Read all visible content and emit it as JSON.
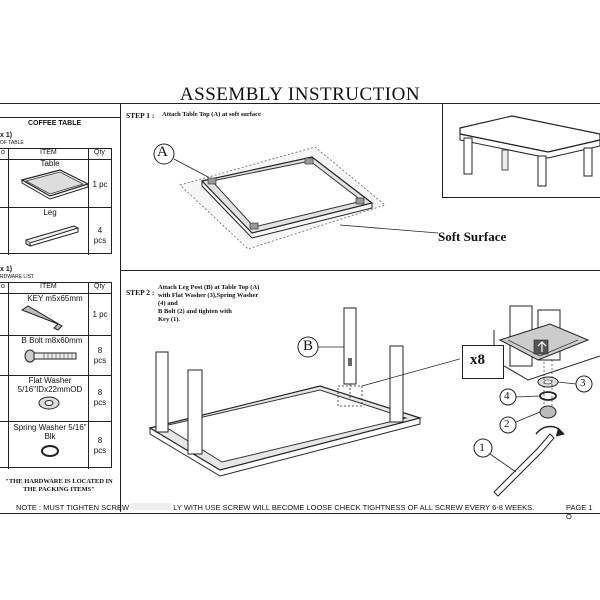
{
  "title": "ASSEMBLY INSTRUCTION",
  "left_panel": {
    "product": "COFFEE TABLE",
    "box1_label": "x 1)",
    "box1_sub": "OF TABLE",
    "columns": {
      "no": "o",
      "item": "ITEM",
      "qty": "Qty"
    },
    "box1_rows": [
      {
        "item": "Table",
        "qty": "1 pc"
      },
      {
        "item": "Leg",
        "qty_num": "4",
        "qty_unit": "pcs"
      }
    ],
    "box2_label": "x 1)",
    "box2_sub": "RDWARE LIST",
    "box2_rows": [
      {
        "item": "KEY m5x65mm",
        "qty": "1 pc"
      },
      {
        "item": "B Bolt m8x60mm",
        "qty_num": "8",
        "qty_unit": "pcs"
      },
      {
        "item_l1": "Flat Washer",
        "item_l2": "5/16\"IDx22mmOD",
        "qty_num": "8",
        "qty_unit": "pcs"
      },
      {
        "item_l1": "Spring Washer 5/16\"",
        "item_l2": "Blk",
        "qty_num": "8",
        "qty_unit": "pcs"
      }
    ],
    "hardware_note_l1": "\"THE HARDWARE IS LOCATED IN",
    "hardware_note_l2": "THE PACKING ITEMS\""
  },
  "step1": {
    "label": "STEP 1 :",
    "text": "Attach Table Top (A) at soft surface",
    "callout": "A",
    "soft_surface": "Soft Surface"
  },
  "step2": {
    "label": "STEP 2 :",
    "line1": "Attach Leg Post (B) at Table Top (A)",
    "line2": "with Flat Washer (3),Spring Washer",
    "line3": "(4) and",
    "line4": "B Bolt (2) and tighten with",
    "line5": "Key (1).",
    "callout_b": "B",
    "x8": "x8",
    "num1": "1",
    "num2": "2",
    "num3": "3",
    "num4": "4"
  },
  "footer": {
    "note": "NOTE : MUST TIGHTEN SCREW",
    "note_rest": "LY WITH USE SCREW WILL BECOME LOOSE CHECK TIGHTNESS OF ALL SCREW EVERY 6-8 WEEKS.",
    "page": "PAGE 1 O"
  }
}
